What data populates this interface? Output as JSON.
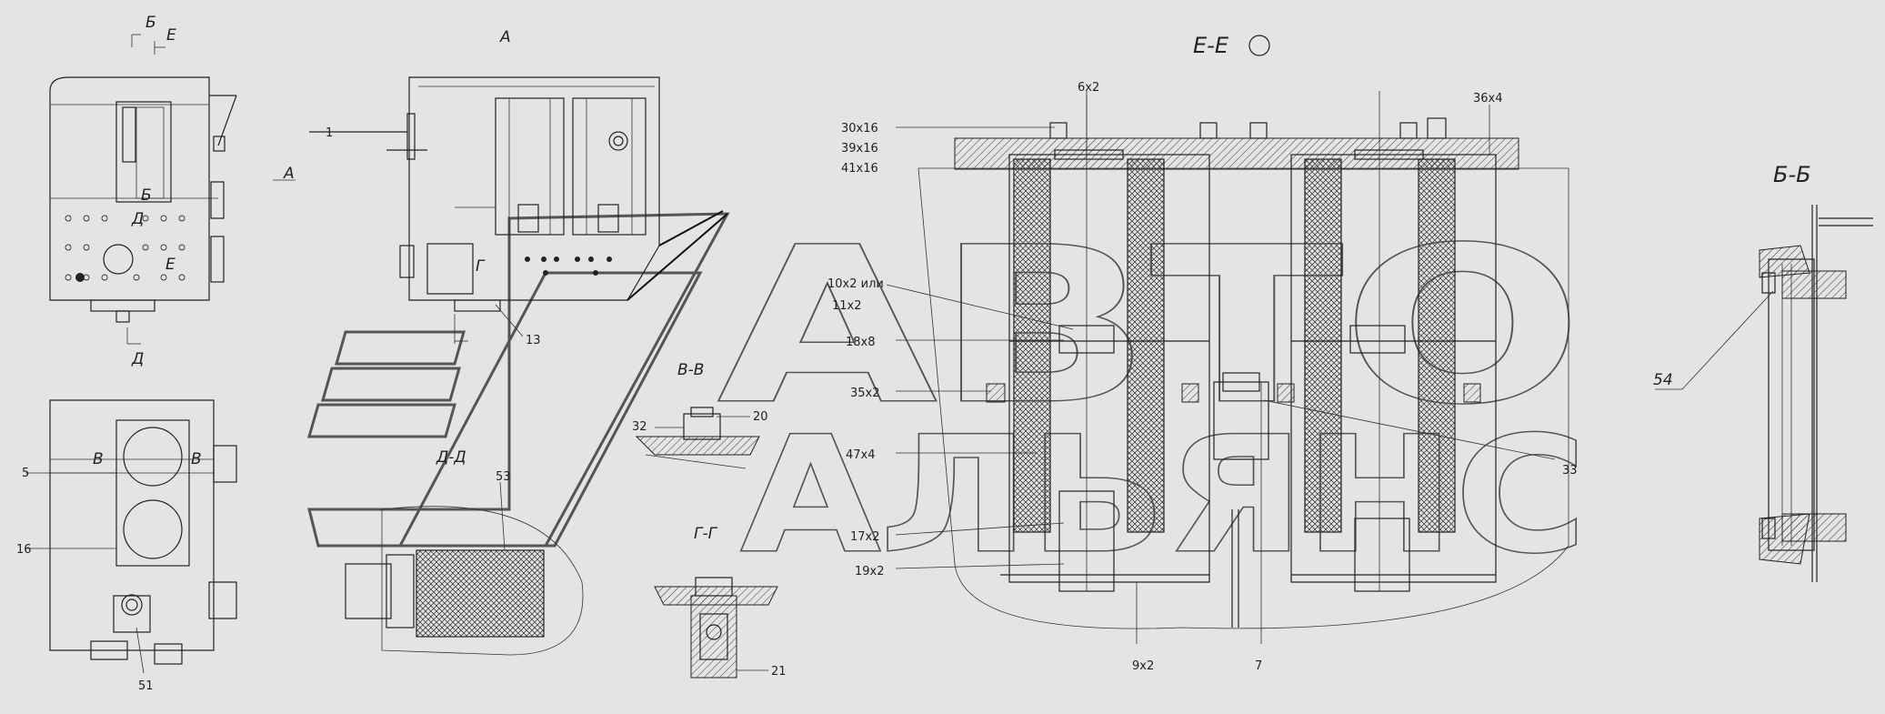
{
  "watermark": {
    "line1": "АВТО",
    "line2": "АЛЬЯНС"
  },
  "views": {
    "view_a": "А",
    "section_ee": "Е-Е",
    "section_bb": "Б-Б",
    "section_vv": "В-В",
    "section_dd": "Д-Д",
    "section_gg": "Г-Г"
  },
  "markers": {
    "b": "Б",
    "e": "Е",
    "a": "А",
    "d": "Д",
    "v": "В",
    "g": "Г"
  },
  "callouts": {
    "c1": "1",
    "c13": "13",
    "c5": "5",
    "c16": "16",
    "c51": "51",
    "c20": "20",
    "c32": "32",
    "c53": "53",
    "c21": "21",
    "c54": "54",
    "c7": "7",
    "c33": "33",
    "c6x2": "6x2",
    "c36x4": "36x4",
    "c30x16": "30x16",
    "c39x16": "39x16",
    "c41x16": "41x16",
    "c10x2": "10x2 или",
    "c11x2": "11x2",
    "c18x8": "18x8",
    "c35x2": "35x2",
    "c47x4": "47x4",
    "c17x2": "17x2",
    "c19x2": "19x2",
    "c9x2": "9x2"
  }
}
